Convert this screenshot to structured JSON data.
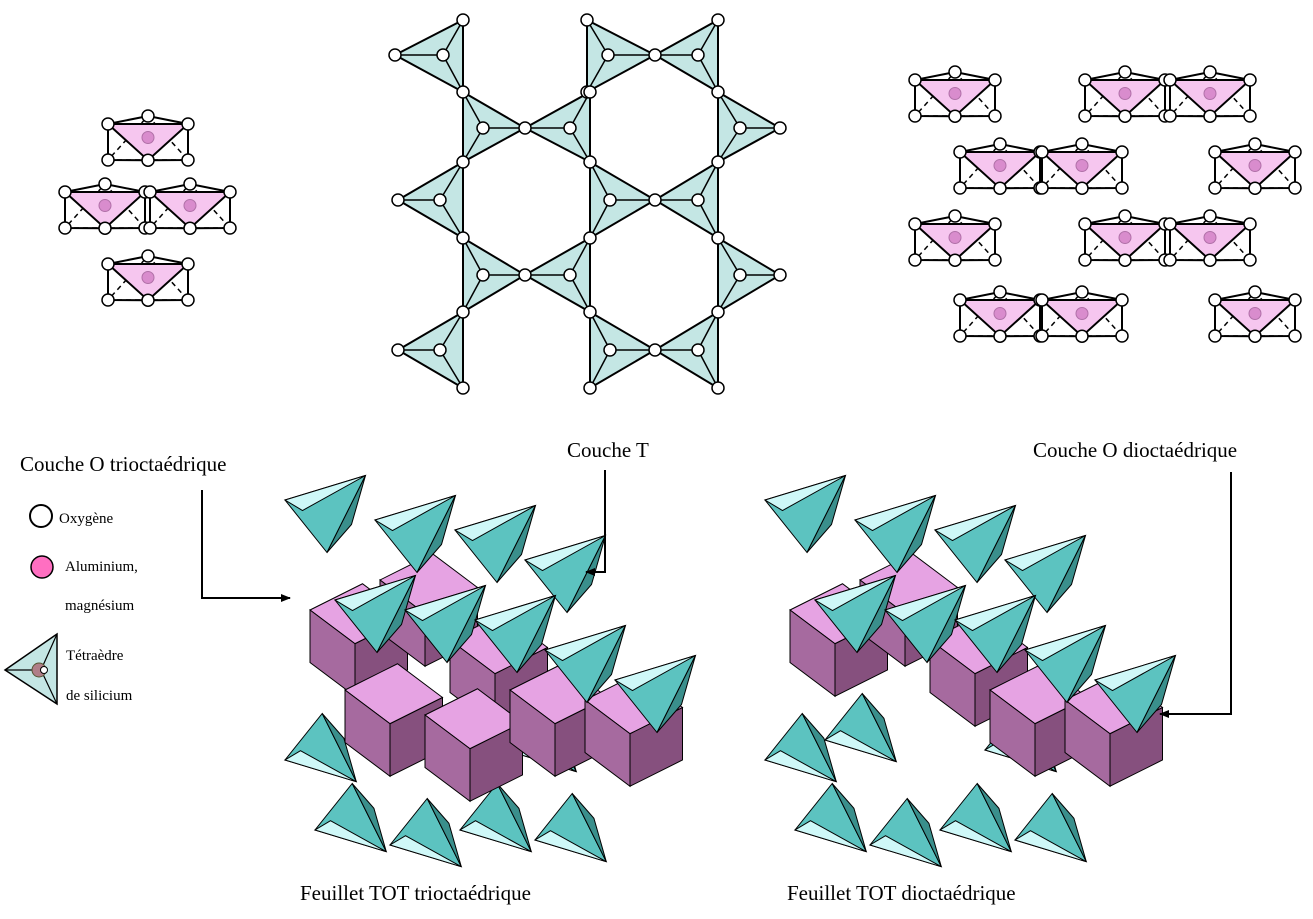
{
  "labels": {
    "couche_o_tri": "Couche O trioctaédrique",
    "couche_t": "Couche T",
    "couche_o_di": "Couche O dioctaédrique",
    "feuillet_tri": "Feuillet TOT trioctaédrique",
    "feuillet_di": "Feuillet TOT dioctaédrique"
  },
  "legend": {
    "oxygen": "Oxygène",
    "aluminium_line1": "Aluminium,",
    "aluminium_line2": "magnésium",
    "tetra_line1": "Tétraèdre",
    "tetra_line2": "de silicium"
  },
  "colors": {
    "octa_pink": "#f6c6ef",
    "octa_center": "#d98ccd",
    "tetra_cyan": "#c4e6e4",
    "t3d_light": "#cff8f8",
    "t3d_mid": "#5cc3c0",
    "t3d_dark": "#3a8f8c",
    "o3d_light": "#e6a3e3",
    "o3d_mid": "#a66a9f",
    "o3d_dark": "#86507e",
    "legend_al": "#ff6fc1"
  }
}
